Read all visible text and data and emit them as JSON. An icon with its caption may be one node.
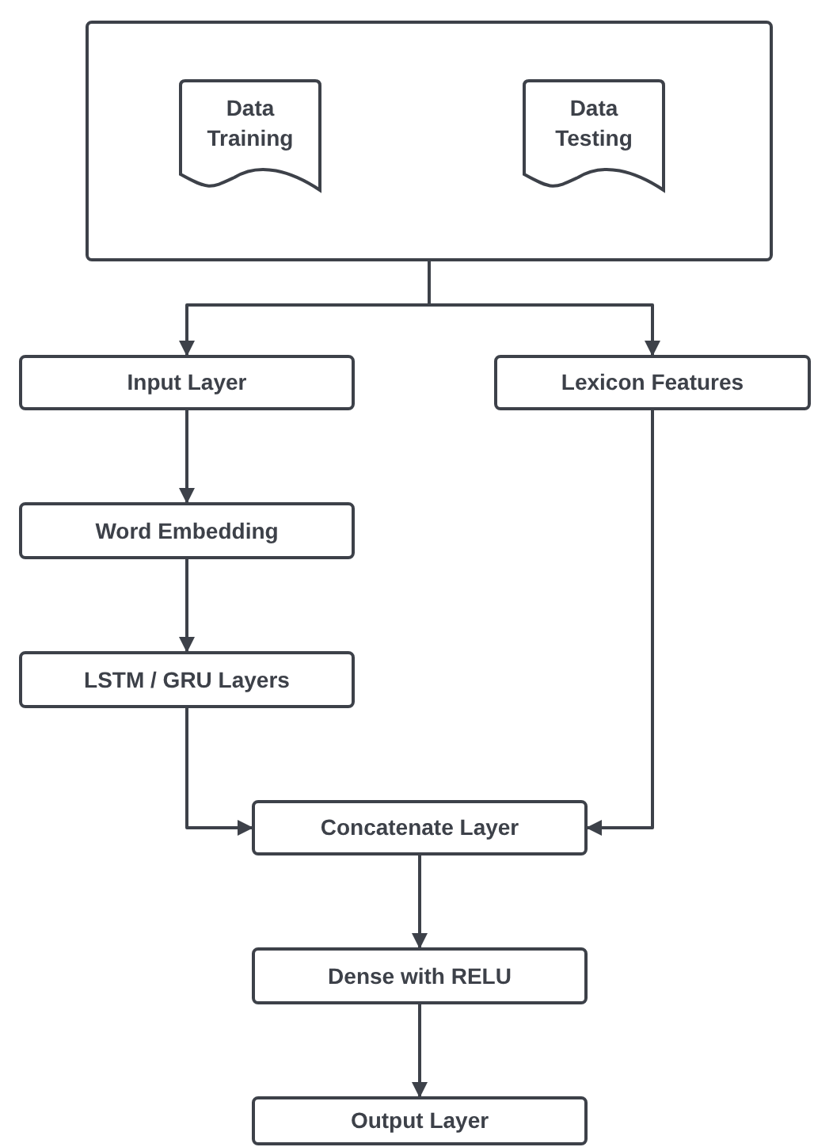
{
  "diagram": {
    "nodes": [
      {
        "text": [],
        "shape": "box"
      },
      {
        "text": [
          "Data Training"
        ],
        "in": 0
      },
      {
        "text": [
          "Data Testing"
        ],
        "in": 0
      },
      {
        "text": [
          "Input Layer"
        ]
      },
      {
        "text": [
          "Lexicon Features"
        ]
      },
      {
        "text": [
          "Word Embedding"
        ]
      },
      {
        "text": [
          "LSTM / GRU Layers"
        ]
      },
      {
        "text": [
          "Concatenate Layer"
        ]
      },
      {
        "text": [
          "Dense with RELU"
        ]
      },
      {
        "text": [
          "Output Layer"
        ]
      }
    ],
    "edges": [
      {
        "from": 0,
        "to": 3,
        "arrow": "to"
      },
      {
        "from": 0,
        "to": 4,
        "arrow": "to"
      },
      {
        "from": 3,
        "to": 5,
        "arrow": "to"
      },
      {
        "from": 5,
        "to": 6,
        "arrow": "to"
      },
      {
        "from": 6,
        "to": 7,
        "arrow": "to"
      },
      {
        "from": 4,
        "to": 7,
        "arrow": "to"
      },
      {
        "from": 7,
        "to": 8,
        "arrow": "to"
      },
      {
        "from": 8,
        "to": 9,
        "arrow": "to"
      }
    ]
  }
}
